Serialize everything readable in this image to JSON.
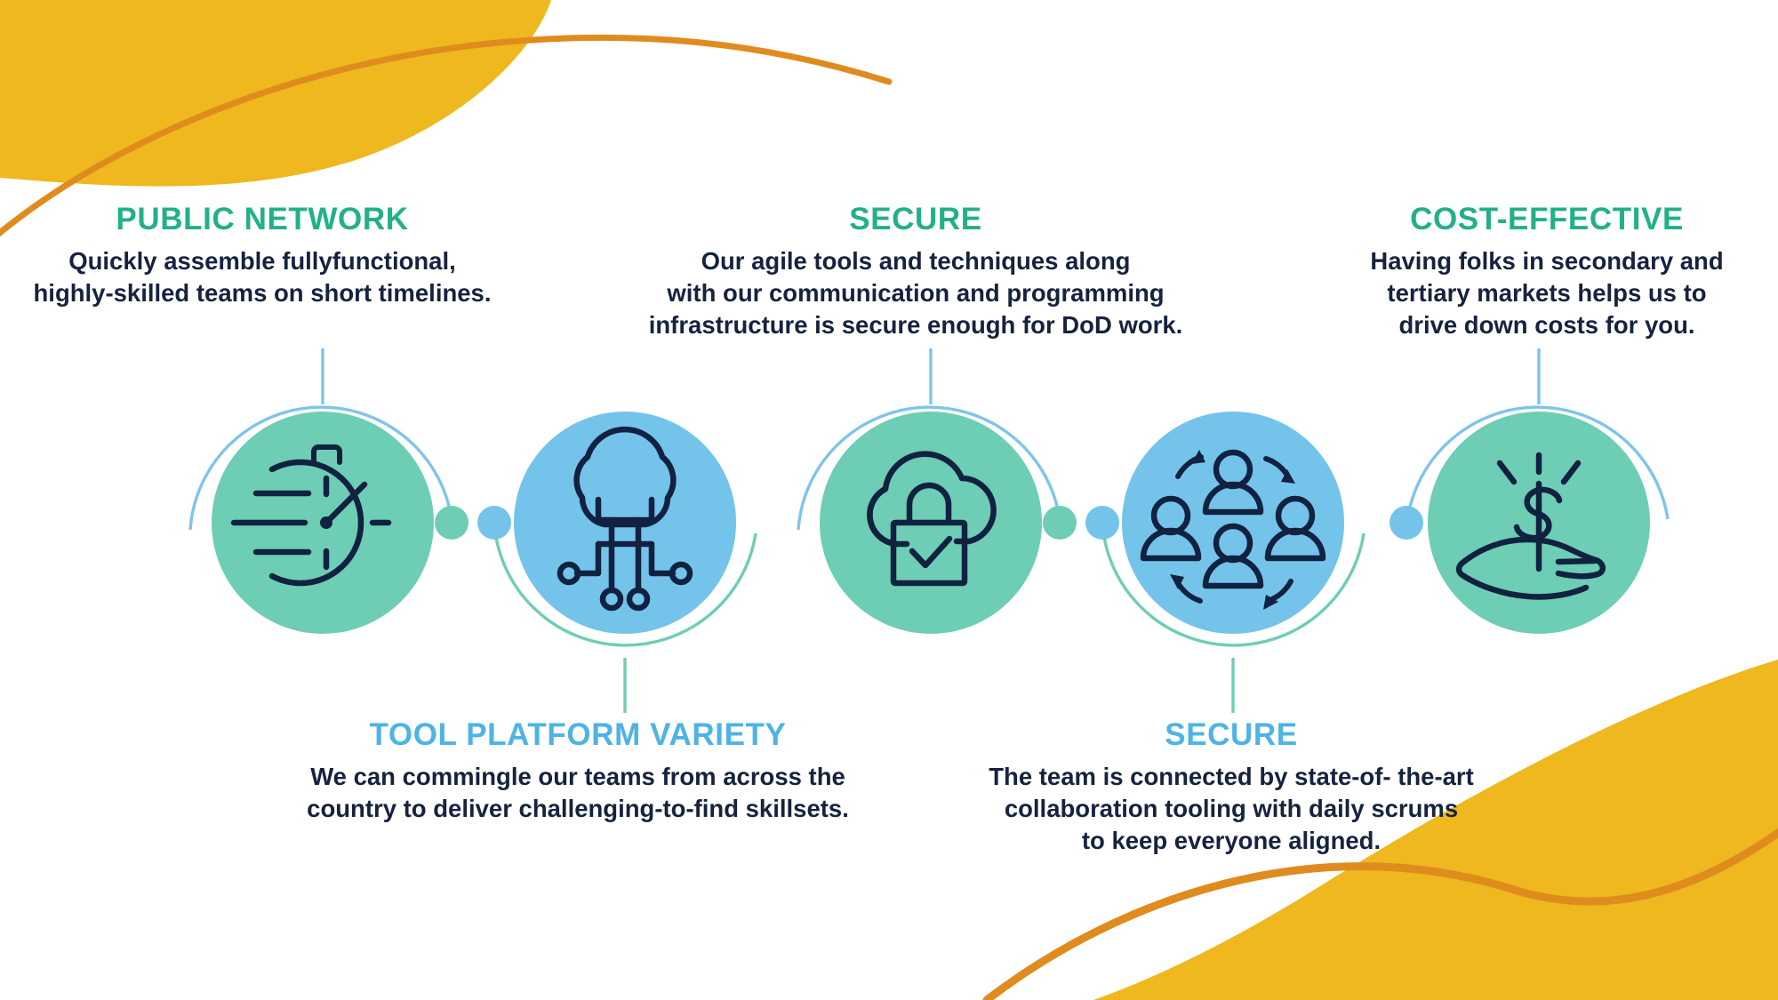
{
  "meta": {
    "layout": "process-infographic-5-steps",
    "background_color": "#ffffff"
  },
  "colors": {
    "heading_green": "#22b089",
    "heading_blue": "#4eb3e5",
    "body_text": "#16233f",
    "circle_teal": "#6ecdb5",
    "circle_blue": "#74c3ea",
    "arc_blue": "#7fc4ea",
    "arc_teal": "#6ecdb5",
    "icon_stroke": "#112240",
    "decor_yellow": "#eeb81e",
    "decor_orange": "#e08b1e"
  },
  "steps": [
    {
      "id": "public-network",
      "position": "top",
      "heading": "PUBLIC NETWORK",
      "heading_color": "#22b089",
      "body_lines": [
        "Quickly assemble fullyfunctional,",
        "highly-skilled teams on short timelines."
      ],
      "icon": "stopwatch-speed-icon",
      "circle_color": "#6ecdb5"
    },
    {
      "id": "tool-platform-variety",
      "position": "bottom",
      "heading": "TOOL PLATFORM VARIETY",
      "heading_color": "#4eb3e5",
      "body_lines": [
        "We can commingle our teams from across the",
        "country to deliver challenging-to-find skillsets."
      ],
      "icon": "cloud-network-icon",
      "circle_color": "#74c3ea"
    },
    {
      "id": "secure-top",
      "position": "top",
      "heading": "SECURE",
      "heading_color": "#22b089",
      "body_lines": [
        "Our agile tools and techniques along",
        "with our communication and programming",
        "infrastructure is secure enough for DoD work."
      ],
      "icon": "cloud-lock-icon",
      "circle_color": "#6ecdb5"
    },
    {
      "id": "secure-bottom",
      "position": "bottom",
      "heading": "SECURE",
      "heading_color": "#4eb3e5",
      "body_lines": [
        "The team is connected by state-of- the-art",
        "collaboration tooling with daily scrums",
        "to keep everyone aligned."
      ],
      "icon": "team-collaboration-icon",
      "circle_color": "#74c3ea"
    },
    {
      "id": "cost-effective",
      "position": "top",
      "heading": "COST-EFFECTIVE",
      "heading_color": "#22b089",
      "body_lines": [
        "Having folks in secondary and",
        "tertiary markets helps us to",
        "drive down costs for you."
      ],
      "icon": "hand-dollar-icon",
      "circle_color": "#6ecdb5"
    }
  ]
}
